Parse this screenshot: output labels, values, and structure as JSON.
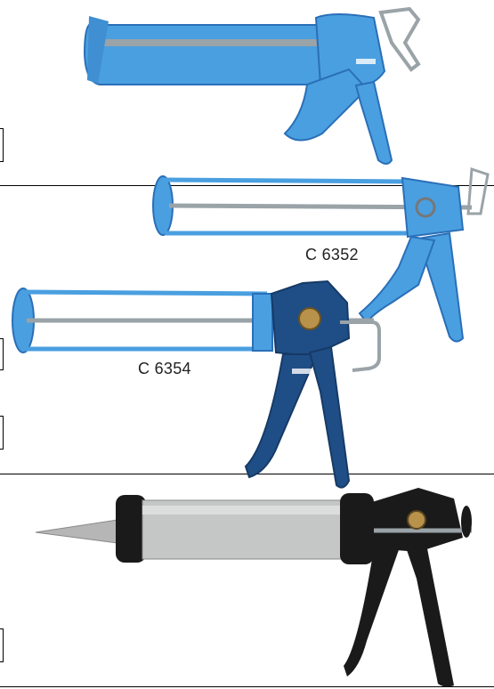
{
  "products": [
    {
      "code": "",
      "kind": "blue-skeleton-caulking-gun-closed-barrel"
    },
    {
      "code": "C 6352",
      "kind": "blue-skeleton-caulking-gun"
    },
    {
      "code": "C 6354",
      "kind": "blue-frame-caulking-gun-dark-handle"
    },
    {
      "code": "",
      "kind": "aluminium-sausage-gun-black-handle"
    }
  ],
  "colors": {
    "blue_body": "#4a9fe0",
    "blue_dark": "#2a6fb8",
    "navy_handle": "#1f4e86",
    "steel": "#9aa3a8",
    "black": "#1a1a1a",
    "aluminium": "#c4c7c6"
  }
}
